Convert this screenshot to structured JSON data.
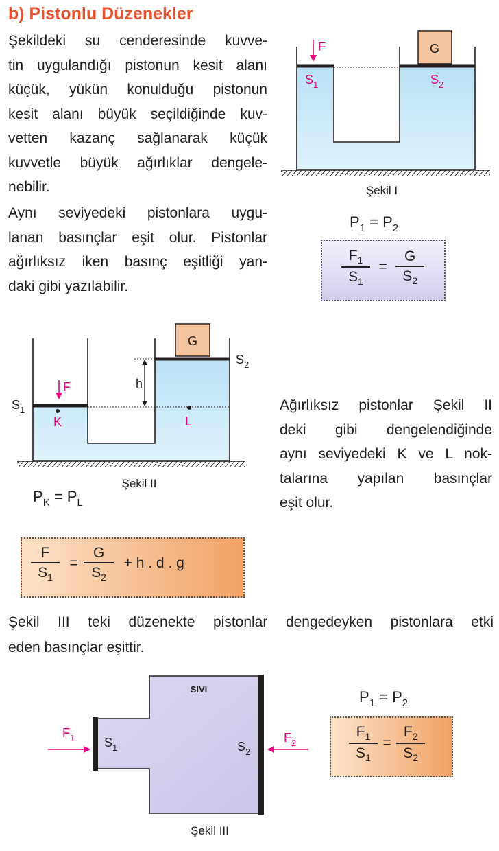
{
  "heading": "b)  Pistonlu Düzenekler",
  "para1": [
    "Şekildeki su cenderesinde kuvve-",
    "tin uygulandığı pistonun kesit alanı",
    "küçük, yükün konulduğu pistonun",
    "kesit alanı büyük seçildiğinde kuv-",
    "vetten kazanç sağlanarak küçük",
    "kuvvetle büyük ağırlıklar dengele-",
    "nebilir."
  ],
  "para2": [
    "Aynı seviyedeki pistonlara uygu-",
    "lanan basınçlar eşit olur. Pistonlar",
    "ağırlıksız iken basınç eşitliği yan-",
    "daki gibi yazılabilir."
  ],
  "para3": [
    "Ağırlıksız pistonlar Şekil II",
    "deki gibi dengelendiğinde",
    "aynı seviyedeki K ve L nok-",
    "talarına yapılan basınçlar",
    "eşit olur."
  ],
  "para4": [
    "Şekil III teki düzenekte pistonlar dengedeyken pistonlara etki",
    "eden basınçlar eşittir."
  ],
  "fig1": {
    "caption": "Şekil I",
    "label_F": "F",
    "label_G": "G",
    "label_S1_main": "S",
    "label_S1_sub": "1",
    "label_S2_main": "S",
    "label_S2_sub": "2"
  },
  "eq1": {
    "top_p": "P",
    "top_sub1": "1",
    "top_mid": " = P",
    "top_sub2": "2",
    "num_left": "F",
    "num_left_sub": "1",
    "den_left": "S",
    "den_left_sub": "1",
    "equals": "=",
    "num_right": "G",
    "den_right": "S",
    "den_right_sub": "2"
  },
  "fig2": {
    "caption": "Şekil II",
    "label_G": "G",
    "label_F": "F",
    "label_h": "h",
    "label_K": "K",
    "label_L": "L",
    "label_S1_main": "S",
    "label_S1_sub": "1",
    "label_S2_main": "S",
    "label_S2_sub": "2"
  },
  "eq2": {
    "top_p": "P",
    "top_sub1": "K",
    "top_mid": " = P",
    "top_sub2": "L",
    "num_left": "F",
    "den_left": "S",
    "den_left_sub": "1",
    "equals": "=",
    "num_right": "G",
    "den_right": "S",
    "den_right_sub": "2",
    "tail": "+ h . d . g"
  },
  "fig3": {
    "caption": "Şekil III",
    "label_sivi": "SIVI",
    "label_F1_main": "F",
    "label_F1_sub": "1",
    "label_F2_main": "F",
    "label_F2_sub": "2",
    "label_S1_main": "S",
    "label_S1_sub": "1",
    "label_S2_main": "S",
    "label_S2_sub": "2"
  },
  "eq3": {
    "top_p": "P",
    "top_sub1": "1",
    "top_mid": " = P",
    "top_sub2": "2",
    "num_left": "F",
    "num_left_sub": "1",
    "den_left": "S",
    "den_left_sub": "1",
    "equals": "=",
    "num_right": "F",
    "num_right_sub": "2",
    "den_right": "S",
    "den_right_sub": "2"
  },
  "colors": {
    "heading": "#e8532f",
    "label_magenta": "#e6007e",
    "water": "#cbe9f7",
    "block": "#f6c49c",
    "box_purple": "#d3cdec",
    "box_orange": "#f2a265",
    "fluid_purple": "#d8d4ef"
  }
}
